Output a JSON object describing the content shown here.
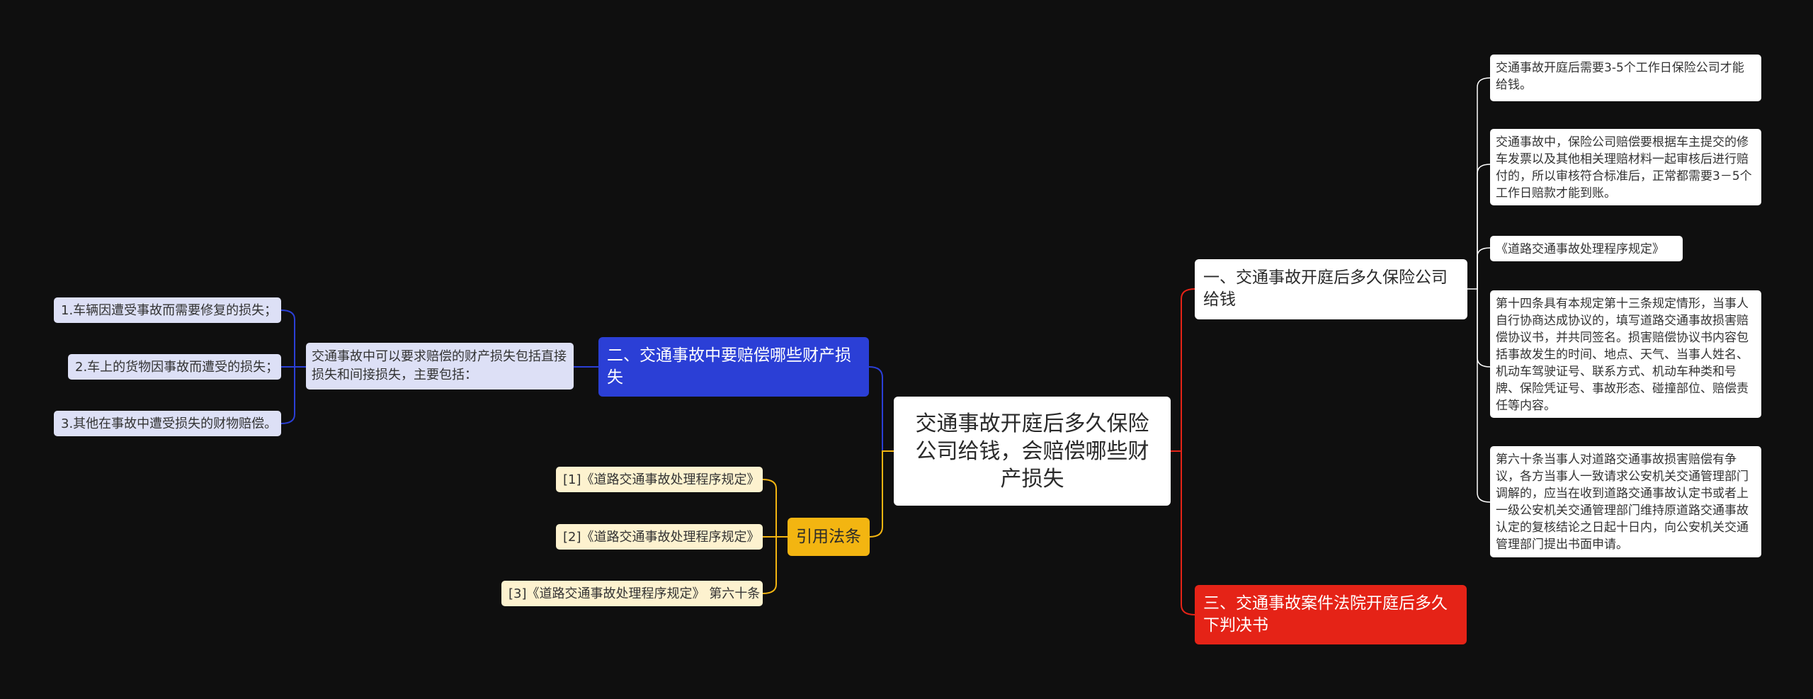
{
  "colors": {
    "background": "#0f0f0f",
    "branch_blue": "#2b3fd6",
    "branch_red": "#e52317",
    "branch_yellow": "#f3b511",
    "leaf_lavender": "#dde0f6",
    "leaf_cream": "#fdf2cf",
    "line_white": "#ffffff"
  },
  "root": {
    "text": "交通事故开庭后多久保险公司给钱，会赔偿哪些财产损失"
  },
  "branch_insurance": {
    "title": "一、交通事故开庭后多久保险公司给钱",
    "leaves": [
      "交通事故开庭后需要3-5个工作日保险公司才能给钱。",
      "交通事故中，保险公司赔偿要根据车主提交的修车发票以及其他相关理赔材料一起审核后进行赔付的，所以审核符合标准后，正常都需要3－5个工作日赔款才能到账。",
      "《道路交通事故处理程序规定》",
      "第十四条具有本规定第十三条规定情形，当事人自行协商达成协议的，填写道路交通事故损害赔偿协议书，并共同签名。损害赔偿协议书内容包括事故发生的时间、地点、天气、当事人姓名、机动车驾驶证号、联系方式、机动车种类和号牌、保险凭证号、事故形态、碰撞部位、赔偿责任等内容。",
      "第六十条当事人对道路交通事故损害赔偿有争议，各方当事人一致请求公安机关交通管理部门调解的，应当在收到道路交通事故认定书或者上一级公安机关交通管理部门维持原道路交通事故认定的复核结论之日起十日内，向公安机关交通管理部门提出书面申请。"
    ]
  },
  "branch_property": {
    "title": "二、交通事故中要赔偿哪些财产损失",
    "summary": "交通事故中可以要求赔偿的财产损失包括直接损失和间接损失，主要包括：",
    "items": [
      "1.车辆因遭受事故而需要修复的损失；",
      "2.车上的货物因事故而遭受的损失；",
      "3.其他在事故中遭受损失的财物赔偿。"
    ]
  },
  "branch_judgment": {
    "title": "三、交通事故案件法院开庭后多久下判决书"
  },
  "branch_citations": {
    "title": "引用法条",
    "items": [
      "[1]《道路交通事故处理程序规定》",
      "[2]《道路交通事故处理程序规定》",
      "[3]《道路交通事故处理程序规定》 第六十条"
    ]
  }
}
